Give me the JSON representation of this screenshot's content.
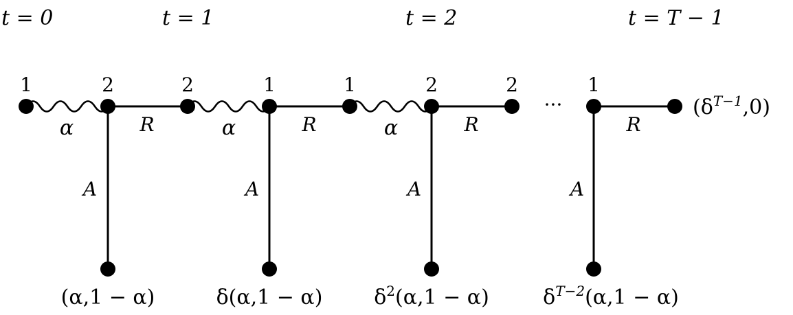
{
  "time_labels": {
    "t0": "t = 0",
    "t1": "t = 1",
    "t2": "t = 2",
    "tlast": "t = T − 1"
  },
  "player_labels": {
    "n0": "1",
    "n1": "2",
    "n2": "2",
    "n3": "1",
    "n4": "1",
    "n5": "2",
    "n6": "2",
    "n7": "1"
  },
  "edge_labels": {
    "chance": "α",
    "right": "R",
    "accept": "A"
  },
  "ellipsis": "···",
  "terminal_payoffs": {
    "p0": "(α,1 − α)",
    "p1": "δ(α,1 − α)",
    "p2_base": "δ",
    "p2_exp": "2",
    "p2_rest": "(α,1 − α)",
    "p3_base": "δ",
    "p3_exp": "T−2",
    "p3_rest": "(α,1 − α)",
    "final_open": "(δ",
    "final_exp": "T−1",
    "final_rest": ",0)"
  }
}
